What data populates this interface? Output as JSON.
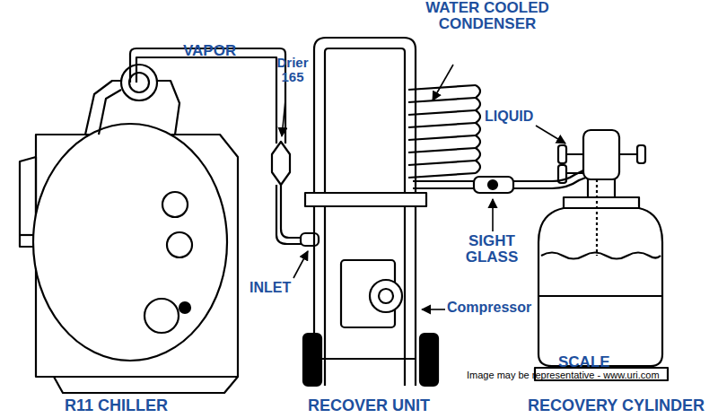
{
  "diagram": {
    "labels": [
      "VAPOR",
      "Drier 165",
      "WATER COOLED CONDENSER",
      "LIQUID",
      "SIGHT GLASS",
      "INLET",
      "Compressor",
      "SCALE",
      "R11 CHILLER",
      "RECOVER UNIT",
      "RECOVERY CYLINDER",
      "Image may be representative - www.uri.com"
    ]
  }
}
